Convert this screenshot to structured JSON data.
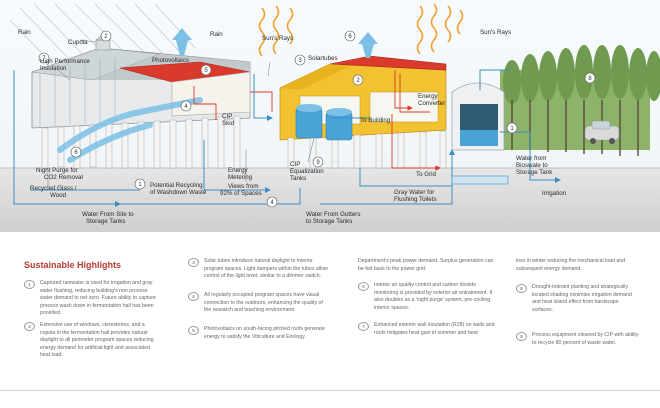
{
  "labels": {
    "rain_left": "Rain",
    "cupola": "Cupola",
    "hpi_line1": "High Performance",
    "hpi_line2": "Insulation",
    "rain_mid": "Rain",
    "photovoltaics": "Photovoltaics",
    "suns_rays_1": "Sun's Rays",
    "solartubes": "Solartubes",
    "suns_rays_2": "Sun's Rays",
    "energy_conv_1": "Energy",
    "energy_conv_2": "Converter",
    "to_building": "To Building",
    "cip_skid_1": "CIP",
    "cip_skid_2": "Skid",
    "night_purge_1": "Night Purge for",
    "night_purge_2": "CO2 Removal",
    "recycled_1": "Recycled Glass /",
    "recycled_2": "Wood",
    "potential_1": "Potential Recycling",
    "potential_2": "of Washdown Waste",
    "energy_met_1": "Energy",
    "energy_met_2": "Metering",
    "views_1": "Views from",
    "views_2": "92% of Spaces",
    "cip_eq_1": "CIP",
    "cip_eq_2": "Equalization",
    "cip_eq_3": "Tanks",
    "to_grid": "To Grid",
    "gray_1": "Gray Water for",
    "gray_2": "Flushing Toilets",
    "bioswale_1": "Water from",
    "bioswale_2": "Bioswale to",
    "bioswale_3": "Storage Tank",
    "irrigation": "Irrigation",
    "site_1": "Water From Site to",
    "site_2": "Storage Tanks",
    "gutters_1": "Water From Gutters",
    "gutters_2": "to Storage Tanks"
  },
  "markers": {
    "m1": "1",
    "m2": "2",
    "m3": "3",
    "m4": "4",
    "m5": "5",
    "m6": "6",
    "m7": "7",
    "m8": "8",
    "m9": "9"
  },
  "colors": {
    "water_line": "#3d8fc2",
    "sun_ray": "#f0a030",
    "roof_red": "#d93a2b",
    "wall_yellow": "#f2c230",
    "tank_blue": "#4aa3d6",
    "energy_line": "#d93a2b",
    "tree_green": "#7fa65c",
    "heading_red": "#b53b2f"
  },
  "highlights": {
    "title": "Sustainable Highlights",
    "items": [
      {
        "num": "1",
        "text": "Captured rainwater is used for irrigation and gray water flushing, reducing building's non process water demand to net zero. Future ability to capture process wash down in fermentation hall has been provided."
      },
      {
        "num": "2",
        "text": "Extensive use of windows, clerestories, and a cupola in the fermentation hall provides natural daylight to all perimeter program spaces reducing energy demand for artificial light and associated heat load."
      },
      {
        "num": "3",
        "text": "Solar tubes introduce natural daylight to interior program spaces. Light dampers within the tubes allow control of the light level, similar to a dimmer switch."
      },
      {
        "num": "4",
        "text": "All regularly occupied program spaces have visual connection to the outdoors, enhancing the quality of the research and teaching environment."
      },
      {
        "num": "5",
        "text": "Photovoltaics on south-facing pitched roofs generate energy to satisfy the Viticulture and Enology"
      },
      {
        "num": "",
        "text": "Department's peak power demand. Surplus generation can be fed back to the power grid."
      },
      {
        "num": "6",
        "text": "Interior air quality control and carbon dioxide monitoring is provided by exterior air entrainment. It also doubles as a 'night purge' system, pre-cooling interior spaces."
      },
      {
        "num": "7",
        "text": "Enhanced exterior wall insulation (R28) on walls and roofs mitigates heat gain in summer and heat"
      },
      {
        "num": "",
        "text": "loss in winter reducing the mechanical load and subsequent energy demand."
      },
      {
        "num": "8",
        "text": "Drought-tolerant planting and strategically located shading minimize irrigation demand and heat island effect from hardscape surfaces."
      },
      {
        "num": "9",
        "text": "Process equipment cleaned by CIP with ability to recycle 80 percent of waste water."
      }
    ]
  }
}
